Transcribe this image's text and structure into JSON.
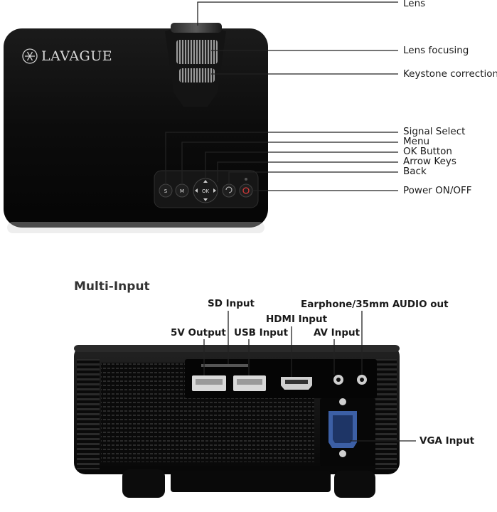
{
  "brand": {
    "logo_text": "LAVAGUE"
  },
  "top_view": {
    "labels": {
      "lens": "Lens",
      "lens_focusing": "Lens focusing",
      "keystone_correction": "Keystone correction",
      "signal_select": "Signal Select",
      "menu": "Menu",
      "ok_button": "OK Button",
      "arrow_keys": "Arrow Keys",
      "back": "Back",
      "power": "Power ON/OFF"
    },
    "buttons": {
      "s": "S",
      "m": "M",
      "ok": "OK"
    }
  },
  "rear_view": {
    "title": "Multi-Input",
    "labels": {
      "sd_input": "SD Input",
      "hdmi_input": "HDMI Input",
      "earphone": "Earphone/35mm AUDIO out",
      "five_v_output": "5V Output",
      "usb_input": "USB Input",
      "av_input": "AV Input",
      "vga_input": "VGA Input"
    }
  },
  "colors": {
    "body": "#0d0d0d",
    "label": "#1a1a1a",
    "leader": "#222222"
  }
}
